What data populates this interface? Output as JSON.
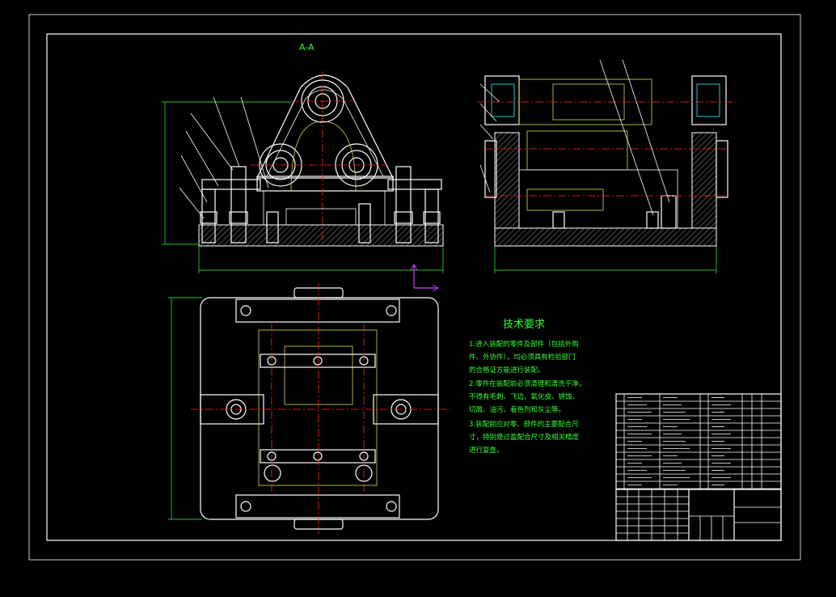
{
  "section_label": "A-A",
  "tech_requirements": {
    "title": "技术要求",
    "lines": [
      "1.进入装配的零件及部件（包括外购",
      "件、外协件），均必须具有检验部门",
      "的合格证方能进行装配。",
      "2.零件在装配前必须清理和清洗干净，",
      "不得有毛刺、飞边、氧化皮、锈蚀、",
      "切屑、油污、着色剂和灰尘等。",
      "3.装配前应对零、部件的主要配合尺",
      "寸，特别是过盈配合尺寸及相关精度",
      "进行复查。"
    ]
  },
  "colors": {
    "background": "#000000",
    "outline": "#ffffff",
    "dimension": "#33ff33",
    "centerline": "#ff2a2a",
    "hidden": "#d8d860",
    "ucs": "#d040ff",
    "accent": "#22ffff"
  }
}
